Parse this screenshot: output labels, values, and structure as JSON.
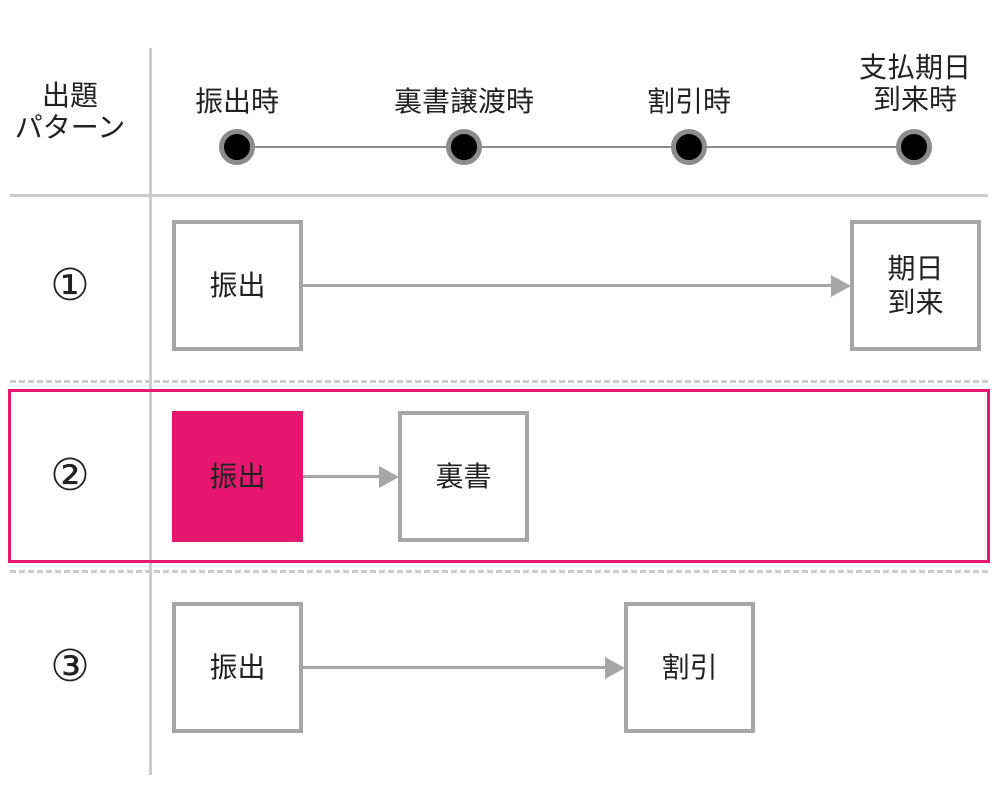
{
  "header": {
    "pattern_label": "出題\nパターン",
    "timeline": [
      {
        "label": "振出時"
      },
      {
        "label": "裏書譲渡時"
      },
      {
        "label": "割引時"
      },
      {
        "label": "支払期日\n到来時"
      }
    ]
  },
  "rows": [
    {
      "number": "①",
      "highlighted": false,
      "start": "振出",
      "end": "期日\n到来"
    },
    {
      "number": "②",
      "highlighted": true,
      "start": "振出",
      "end": "裏書"
    },
    {
      "number": "③",
      "highlighted": false,
      "start": "振出",
      "end": "割引"
    }
  ],
  "colors": {
    "highlight": "#e6176e",
    "gray": "#a6a6a6",
    "dot": "#000000"
  }
}
